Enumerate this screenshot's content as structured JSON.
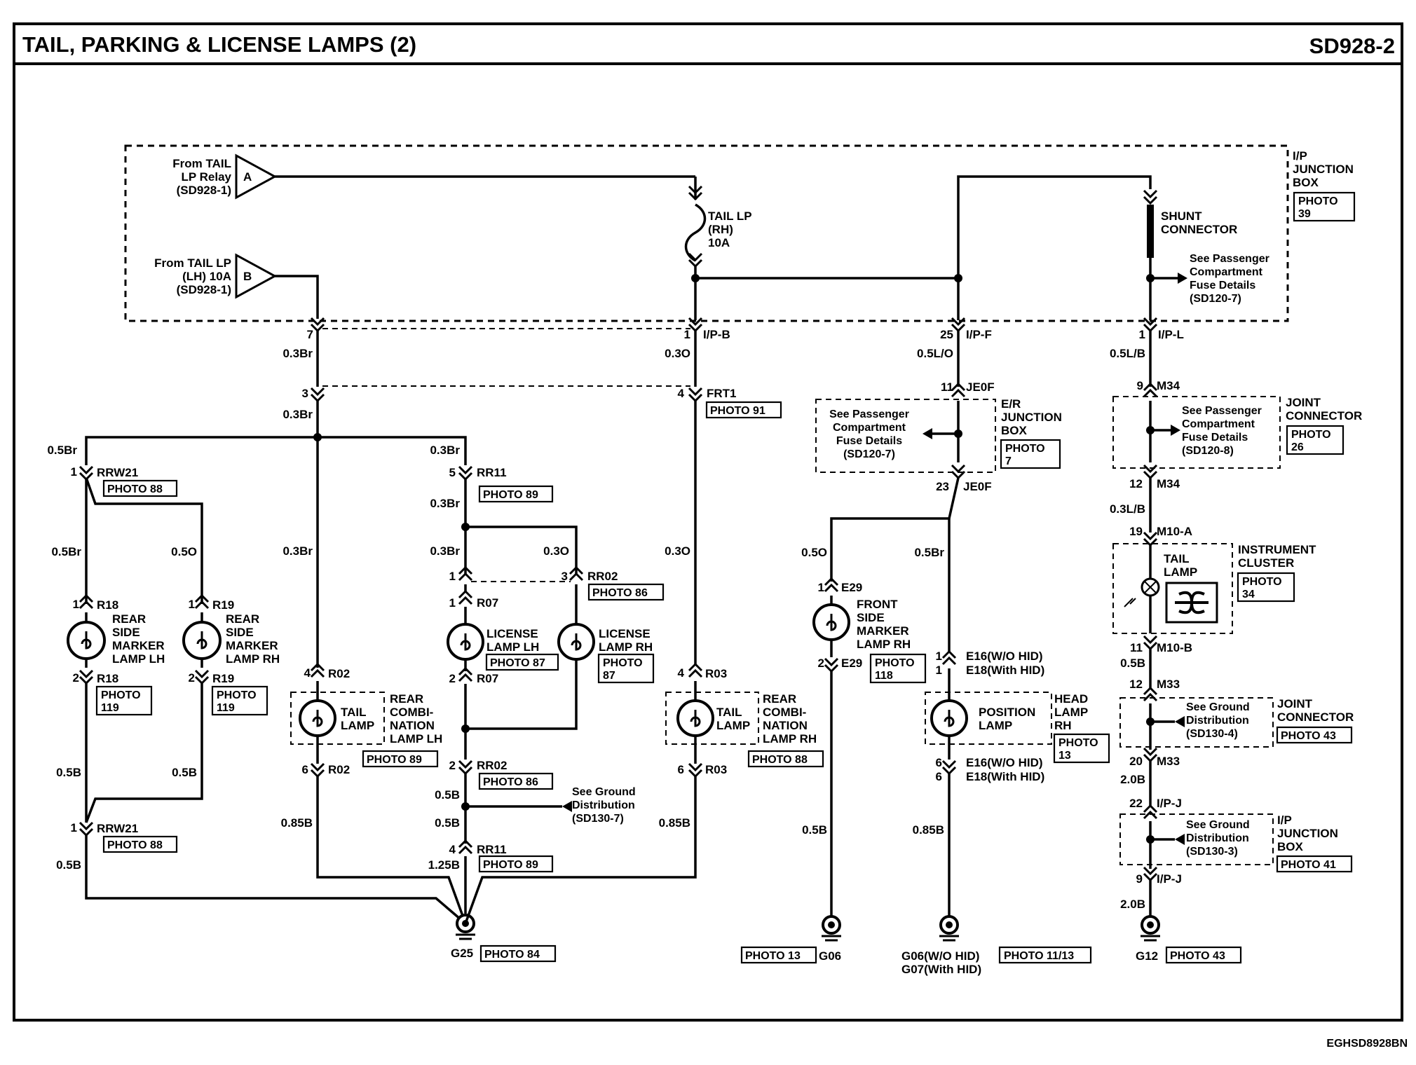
{
  "title": "TAIL, PARKING & LICENSE LAMPS (2)",
  "code": "SD928-2",
  "footer": "EGHSD8928BN",
  "sources": {
    "a": {
      "id": "A",
      "l1": "From TAIL",
      "l2": "LP Relay",
      "l3": "(SD928-1)"
    },
    "b": {
      "id": "B",
      "l1": "From TAIL LP",
      "l2": "(LH) 10A",
      "l3": "(SD928-1)"
    }
  },
  "fuse": {
    "l1": "TAIL LP",
    "l2": "(RH)",
    "l3": "10A"
  },
  "shunt": {
    "l1": "SHUNT",
    "l2": "CONNECTOR"
  },
  "ip_box": {
    "l1": "I/P",
    "l2": "JUNCTION",
    "l3": "BOX",
    "photo": "PHOTO 39",
    "photo_a": "PHOTO",
    "photo_b": "39"
  },
  "see_pcfd_7": {
    "l1": "See Passenger",
    "l2": "Compartment",
    "l3": "Fuse Details",
    "l4": "(SD120-7)"
  },
  "see_pcfd_8": {
    "l1": "See Passenger",
    "l2": "Compartment",
    "l3": "Fuse Details",
    "l4": "(SD120-8)"
  },
  "er_box": {
    "l1": "E/R",
    "l2": "JUNCTION",
    "l3": "BOX",
    "photo_a": "PHOTO",
    "photo_b": "7"
  },
  "joint1": {
    "l1": "JOINT",
    "l2": "CONNECTOR",
    "photo_a": "PHOTO",
    "photo_b": "26"
  },
  "cluster": {
    "l1": "INSTRUMENT",
    "l2": "CLUSTER",
    "photo_a": "PHOTO",
    "photo_b": "34",
    "lamp1": "TAIL",
    "lamp2": "LAMP"
  },
  "joint2": {
    "l1": "JOINT",
    "l2": "CONNECTOR",
    "photo": "PHOTO 43"
  },
  "see_gd_4": {
    "l1": "See Ground",
    "l2": "Distribution",
    "l3": "(SD130-4)"
  },
  "see_gd_3": {
    "l1": "See Ground",
    "l2": "Distribution",
    "l3": "(SD130-3)"
  },
  "see_gd_7": {
    "l1": "See Ground",
    "l2": "Distribution",
    "l3": "(SD130-7)"
  },
  "ip_box2": {
    "l1": "I/P",
    "l2": "JUNCTION",
    "l3": "BOX",
    "photo": "PHOTO 41"
  },
  "connectors": {
    "ipb_pin7": "7",
    "ipb_pin1": "1",
    "ipb": "I/P-B",
    "pin3": "3",
    "pin4": "4",
    "frt1": "FRT1",
    "frt1_photo": "PHOTO 91",
    "ipf_pin": "25",
    "ipf": "I/P-F",
    "ipl_pin": "1",
    "ipl": "I/P-L",
    "jeof_pin11": "11",
    "jeof": "JE0F",
    "jeof_pin23": "23",
    "jeof2": "JE0F",
    "m34_pin9": "9",
    "m34": "M34",
    "m34_pin12": "12",
    "m34b": "M34",
    "m10a_pin": "19",
    "m10a": "M10-A",
    "m10b_pin": "11",
    "m10b": "M10-B",
    "m33_pin12": "12",
    "m33": "M33",
    "m33_pin20": "20",
    "m33b": "M33",
    "ipj_pin22": "22",
    "ipj": "I/P-J",
    "ipj_pin9": "9",
    "ipj2": "I/P-J",
    "rrw21_pin1": "1",
    "rrw21": "RRW21",
    "rrw21_photo": "PHOTO 88",
    "rrw21b_pin1": "1",
    "rrw21b": "RRW21",
    "rrw21b_photo": "PHOTO 88",
    "rr11_pin5": "5",
    "rr11": "RR11",
    "rr11_photo": "PHOTO 89",
    "rr11b_pin4": "4",
    "rr11b": "RR11",
    "rr11b_photo": "PHOTO 89",
    "rr02_pin3": "3",
    "rr02": "RR02",
    "rr02_photo": "PHOTO 86",
    "rr02b_pin2": "2",
    "rr02b": "RR02",
    "rr02b_photo": "PHOTO 86",
    "r07_pin1": "1",
    "r07": "R07",
    "r07_pin2": "2",
    "r07b": "R07",
    "r18_pin1": "1",
    "r18": "R18",
    "r18_pin2": "2",
    "r18b": "R18",
    "r19_pin1": "1",
    "r19": "R19",
    "r19_pin2": "2",
    "r19b": "R19",
    "r02_pin4": "4",
    "r02": "R02",
    "r02_pin6": "6",
    "r02b": "R02",
    "r03_pin4": "4",
    "r03": "R03",
    "r03_pin6": "6",
    "r03b": "R03",
    "e29_pin1": "1",
    "e29": "E29",
    "e29_pin2": "2",
    "e29b": "E29",
    "e16_pin": "1",
    "e16": "E16(W/O HID)",
    "e18_pin": "1",
    "e18": "E18(With HID)",
    "e16b_pin": "6",
    "e16b": "E16(W/O HID)",
    "e18b_pin": "6",
    "e18b": "E18(With HID)",
    "rp_pin1": "1"
  },
  "photos": {
    "r18": "PHOTO",
    "r18n": "119",
    "r19": "PHOTO",
    "r19n": "119",
    "license_lh": "PHOTO 87",
    "license_rh": "PHOTO",
    "license_rhn": "87",
    "rear_lh": "PHOTO 89",
    "rear_rh": "PHOTO 88",
    "e29": "PHOTO",
    "e29n": "118",
    "hl": "PHOTO",
    "hln": "13"
  },
  "wires": {
    "w1": "0.3Br",
    "w2": "0.3Br",
    "w3": "0.5Br",
    "w4": "0.5Br",
    "w5": "0.5O",
    "w6": "0.3Br",
    "w7": "0.3Br",
    "w8": "0.3Br",
    "w9": "0.3Br",
    "w10": "0.3O",
    "w11": "0.3O",
    "w12": "0.3O",
    "w13": "0.5L/O",
    "w14": "0.5O",
    "w15": "0.5Br",
    "w16": "0.5L/B",
    "w17": "0.3L/B",
    "w18": "0.5B",
    "w19": "2.0B",
    "w20": "2.0B",
    "w21": "0.5B",
    "w22": "0.5B",
    "w23": "0.5B",
    "w24": "0.85B",
    "w25": "0.5B",
    "w26": "0.5B",
    "w27": "1.25B",
    "w28": "0.85B",
    "w29": "0.5B",
    "w30": "0.85B"
  },
  "lamps": {
    "rsm_lh": {
      "l1": "REAR",
      "l2": "SIDE",
      "l3": "MARKER",
      "l4": "LAMP LH"
    },
    "rsm_rh": {
      "l1": "REAR",
      "l2": "SIDE",
      "l3": "MARKER",
      "l4": "LAMP RH"
    },
    "lic_lh": {
      "l1": "LICENSE",
      "l2": "LAMP LH"
    },
    "lic_rh": {
      "l1": "LICENSE",
      "l2": "LAMP RH"
    },
    "tail_lh": {
      "l1": "TAIL",
      "l2": "LAMP",
      "r1": "REAR",
      "r2": "COMBI-",
      "r3": "NATION",
      "r4": "LAMP LH"
    },
    "tail_rh": {
      "l1": "TAIL",
      "l2": "LAMP",
      "r1": "REAR",
      "r2": "COMBI-",
      "r3": "NATION",
      "r4": "LAMP RH"
    },
    "fsm_rh": {
      "l1": "FRONT",
      "l2": "SIDE",
      "l3": "MARKER",
      "l4": "LAMP RH"
    },
    "pos": {
      "l1": "POSITION",
      "l2": "LAMP",
      "r1": "HEAD",
      "r2": "LAMP",
      "r3": "RH"
    }
  },
  "grounds": {
    "g25": "G25",
    "g25_photo": "PHOTO 84",
    "g06": "G06",
    "g06_photo": "PHOTO 13",
    "g0607a": "G06(W/O HID)",
    "g0607b": "G07(With HID)",
    "g0607_photo": "PHOTO 11/13",
    "g12": "G12",
    "g12_photo": "PHOTO 43"
  }
}
